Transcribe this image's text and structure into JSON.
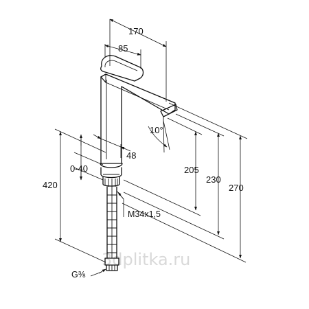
{
  "dimensions": {
    "d170": "170",
    "d85": "85",
    "d10deg": "10°",
    "d48": "48",
    "d0_40": "0-40",
    "d420": "420",
    "d205": "205",
    "d230": "230",
    "d270": "270",
    "thread": "M34x1,5",
    "connection": "G⅜"
  },
  "watermark": "3dplitka.ru"
}
